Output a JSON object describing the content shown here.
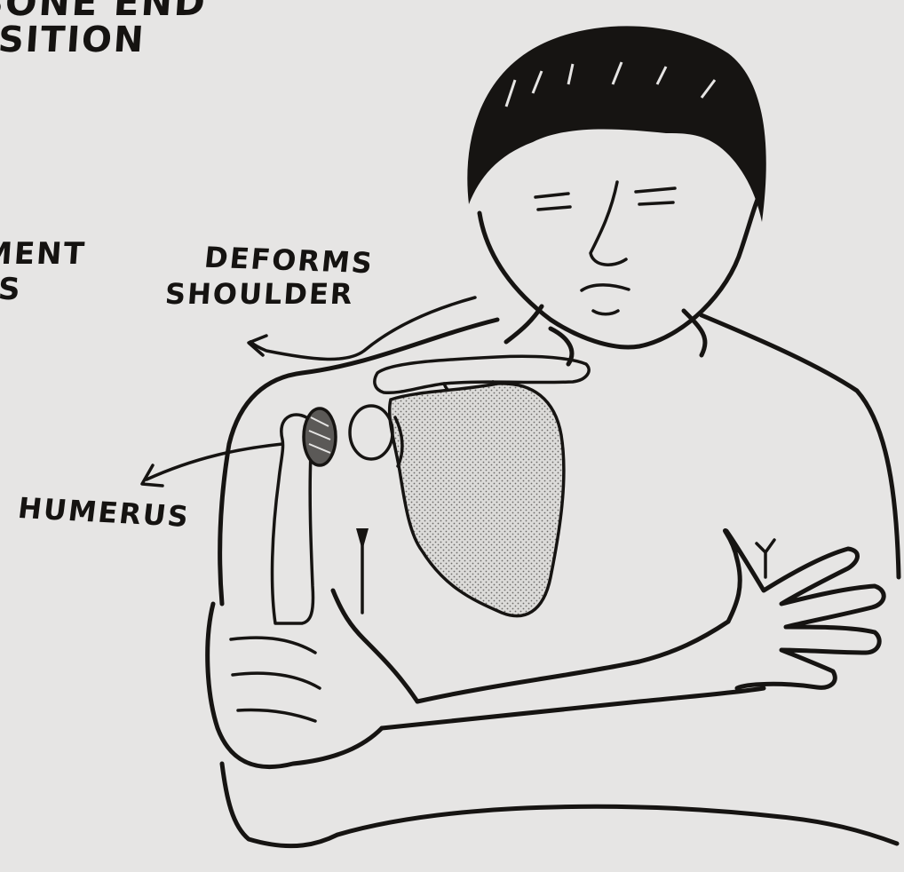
{
  "labels": {
    "top_line1": "BONE END",
    "top_line2": "SITION",
    "left_line1": "MENT",
    "left_line2": "S",
    "deforms_line1": "DEFORMS",
    "deforms_line2": "SHOULDER",
    "humerus": "HUMERUS"
  },
  "colors": {
    "ink": "#161412",
    "paper": "#e6e5e4",
    "stipple": "#b9b8b6"
  }
}
